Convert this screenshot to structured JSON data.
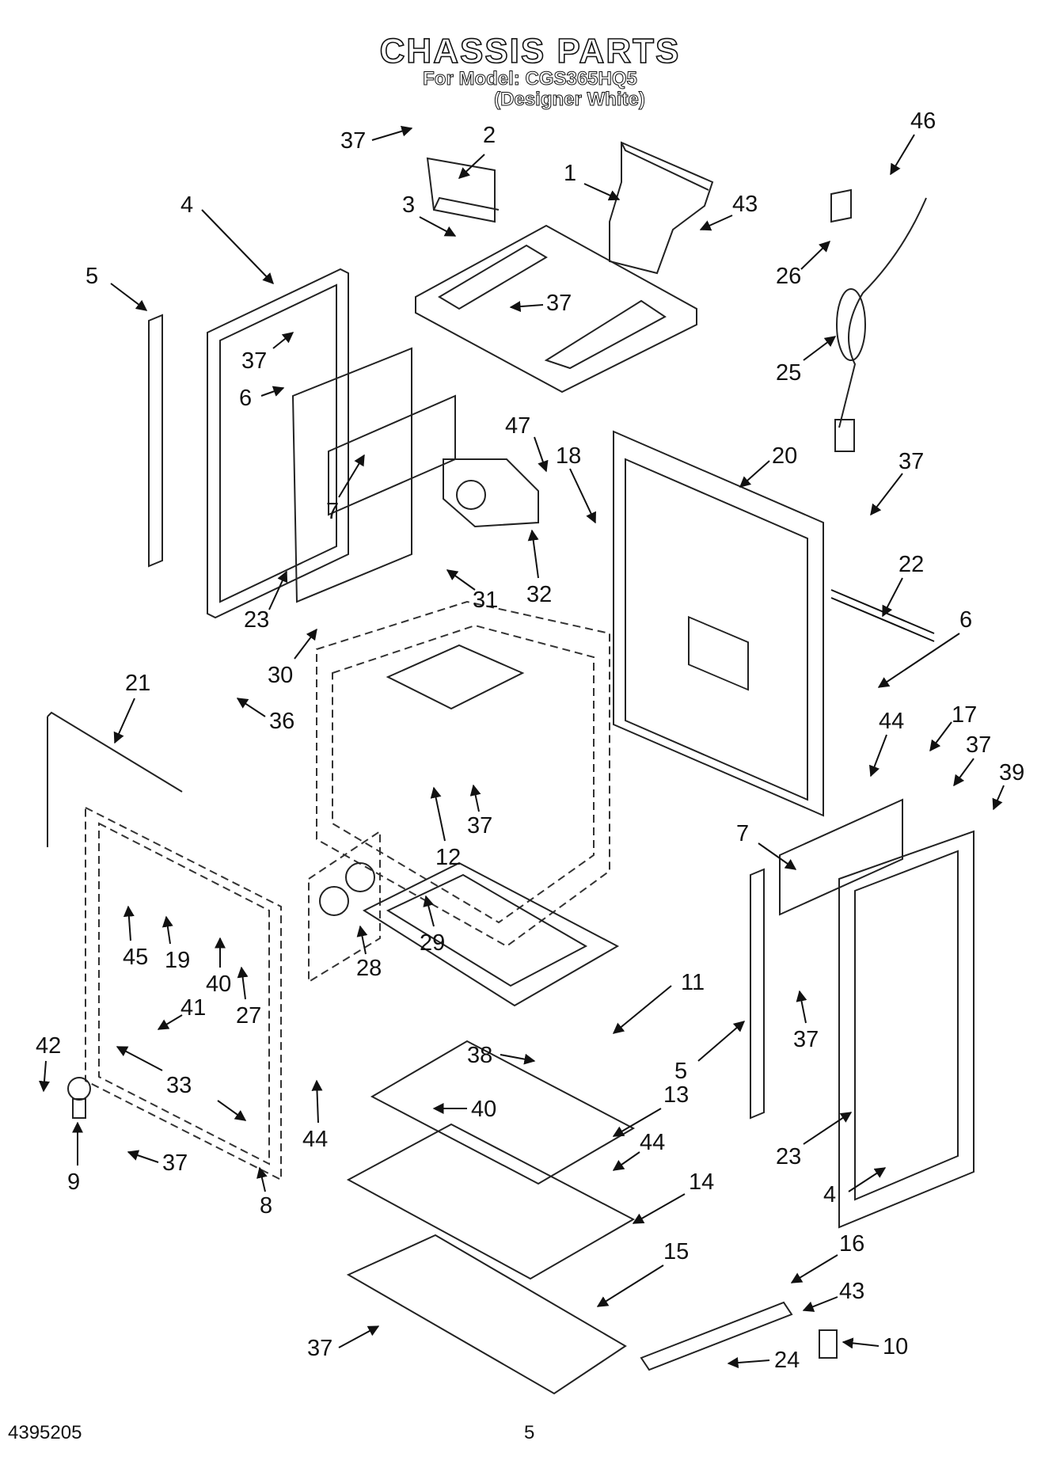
{
  "header": {
    "title": "CHASSIS PARTS",
    "model_line": "For Model: CGS365HQ5",
    "color_line": "(Designer White)"
  },
  "footer": {
    "doc_number": "4395205",
    "page_number": "5"
  },
  "callouts": [
    "37",
    "2",
    "1",
    "43",
    "46",
    "4",
    "3",
    "37",
    "26",
    "5",
    "37",
    "25",
    "6",
    "47",
    "18",
    "20",
    "37",
    "7",
    "22",
    "32",
    "31",
    "6",
    "23",
    "30",
    "21",
    "36",
    "44",
    "17",
    "37",
    "39",
    "37",
    "12",
    "7",
    "45",
    "19",
    "28",
    "29",
    "40",
    "27",
    "11",
    "41",
    "38",
    "5",
    "37",
    "42",
    "33",
    "40",
    "44",
    "13",
    "44",
    "14",
    "37",
    "9",
    "8",
    "23",
    "4",
    "15",
    "16",
    "43",
    "37",
    "10",
    "24"
  ]
}
